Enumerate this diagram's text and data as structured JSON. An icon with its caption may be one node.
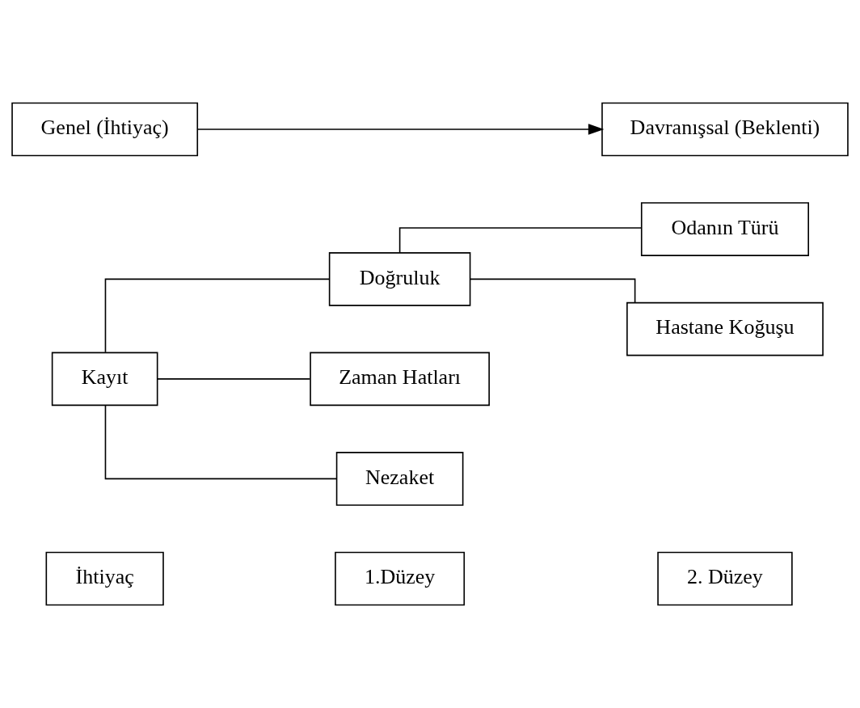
{
  "diagram": {
    "nodes": [
      {
        "text": [
          "İhtiyaç"
        ]
      },
      {
        "text": [
          "1.Düzey"
        ]
      },
      {
        "text": [
          "2. Düzey"
        ]
      },
      {
        "text": [
          "Doğruluk"
        ]
      },
      {
        "text": [
          "Odanın Türü"
        ]
      },
      {
        "text": [
          "Hastane Koğuşu"
        ]
      },
      {
        "text": [
          "Kayıt"
        ]
      },
      {
        "text": [
          "Zaman Hatları"
        ]
      },
      {
        "text": [
          "Nezaket"
        ]
      },
      {
        "text": [
          "Genel (İhtiyaç)"
        ]
      },
      {
        "text": [
          "Davranışsal (Beklenti)"
        ]
      }
    ],
    "edges": [
      {
        "from": 6,
        "to": 3,
        "arrow": "none"
      },
      {
        "from": 6,
        "to": 7,
        "arrow": "none"
      },
      {
        "from": 6,
        "to": 8,
        "arrow": "none"
      },
      {
        "from": 3,
        "to": 4,
        "arrow": "none"
      },
      {
        "from": 3,
        "to": 5,
        "arrow": "none"
      },
      {
        "from": 9,
        "to": 10,
        "arrow": "to"
      }
    ]
  }
}
